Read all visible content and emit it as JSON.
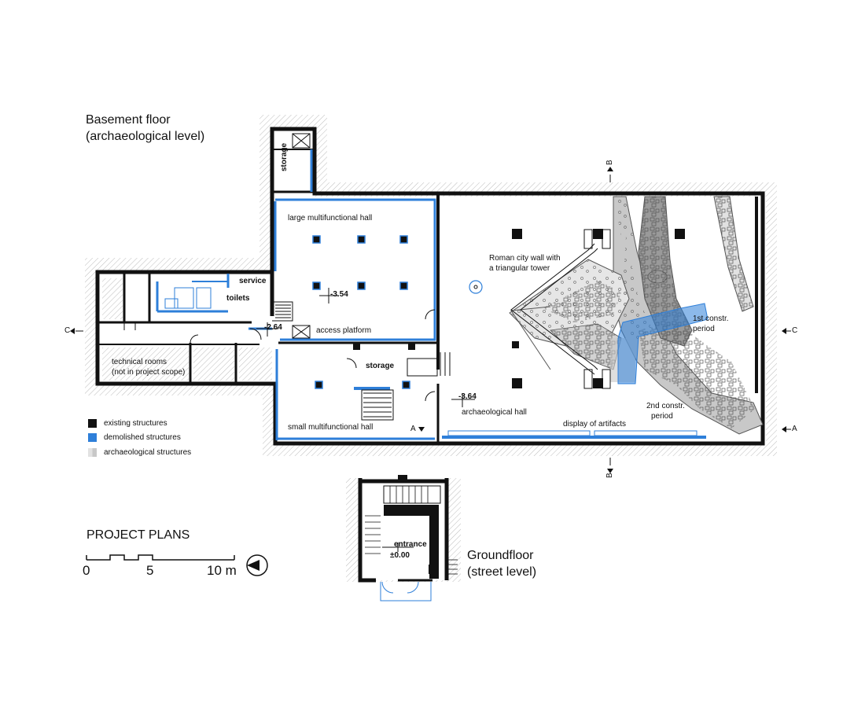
{
  "titles": {
    "basement_line1": "Basement floor",
    "basement_line2": "(archaeological level)",
    "ground_line1": "Groundfloor",
    "ground_line2": "(street level)",
    "project_plans": "PROJECT PLANS"
  },
  "rooms": {
    "storage_top": "storage",
    "large_hall": "large multifunctional hall",
    "service": "service",
    "toilets": "toilets",
    "technical_line1": "technical rooms",
    "technical_line2": "(not in project scope)",
    "access_platform": "access platform",
    "storage_mid": "storage",
    "small_hall": "small multifunctional hall",
    "archaeological_hall": "archaeological hall",
    "display": "display of artifacts",
    "roman_line1": "Roman city wall with",
    "roman_line2": "a triangular tower",
    "first_line1": "1st constr.",
    "first_line2": "period",
    "second_line1": "2nd constr.",
    "second_line2": "period",
    "entrance": "entrance"
  },
  "levels": {
    "large_hall": "-3.54",
    "access": "-2.64",
    "archaeological": "-3.64",
    "entrance": "±0.00"
  },
  "section_marks": {
    "a_small": "A",
    "a_right": "A",
    "b_top": "B",
    "b_bottom": "B",
    "c_left": "C",
    "c_right": "C"
  },
  "legend": [
    {
      "label": "existing structures",
      "color": "#111111"
    },
    {
      "label": "demolished structures",
      "color": "#2e7fd9"
    },
    {
      "label": "archaeological structures",
      "color": "#c8c8c8"
    }
  ],
  "scale": {
    "mark_0": "0",
    "mark_5": "5",
    "mark_10": "10 m"
  },
  "colors": {
    "existing": "#111111",
    "demolished": "#2e7fd9",
    "archaeological": "#c8c8c8",
    "archaeological_dark": "#9a9a9a",
    "hatch": "#bdbdbd"
  }
}
